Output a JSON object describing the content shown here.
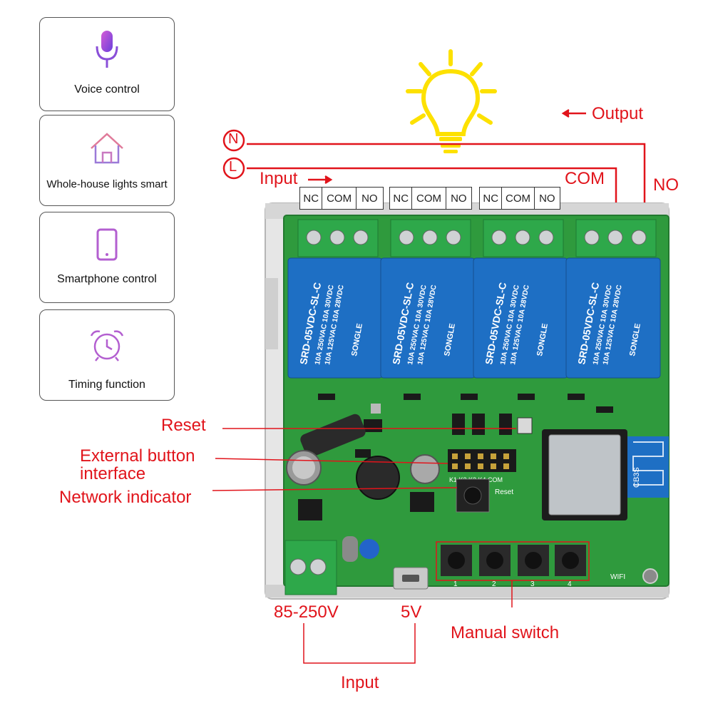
{
  "features": [
    {
      "label": "Voice control",
      "icon": "microphone-icon"
    },
    {
      "label": "Whole-house lights smart",
      "icon": "house-icon"
    },
    {
      "label": "Smartphone control",
      "icon": "smartphone-icon"
    },
    {
      "label": "Timing function",
      "icon": "alarm-clock-icon"
    }
  ],
  "wiring": {
    "n_label": "N",
    "l_label": "L",
    "output": "Output",
    "input_top": "Input",
    "com": "COM",
    "no": "NO"
  },
  "terminals": [
    [
      "NC",
      "COM",
      "NO"
    ],
    [
      "NC",
      "COM",
      "NO"
    ],
    [
      "NC",
      "COM",
      "NO"
    ]
  ],
  "callouts": {
    "reset": "Reset",
    "external_button_1": "External button",
    "external_button_2": "interface",
    "network_indicator": "Network indicator",
    "manual_switch": "Manual switch",
    "power_ac": "85-250V",
    "power_dc": "5V",
    "input_bottom": "Input"
  },
  "board_text": {
    "relay_model": "SRD-05VDC-SL-C",
    "relay_brand": "SONGLE",
    "relay_rating": "10A 250VAC 10A 30VDC",
    "relay_rating2": "10A 125VAC 10A 28VDC",
    "header_pins": "K1 K2 K3 K4 COM",
    "reset_silk": "Reset",
    "module": "CB3S",
    "wifi_silk": "WIFI",
    "btn_nums": [
      "1",
      "2",
      "3",
      "4"
    ]
  },
  "colors": {
    "callout": "#e1141b",
    "pcb": "#2f9a3d",
    "relay": "#1e6fc4",
    "terminal": "#2ea84a",
    "bulb": "#fde100"
  }
}
